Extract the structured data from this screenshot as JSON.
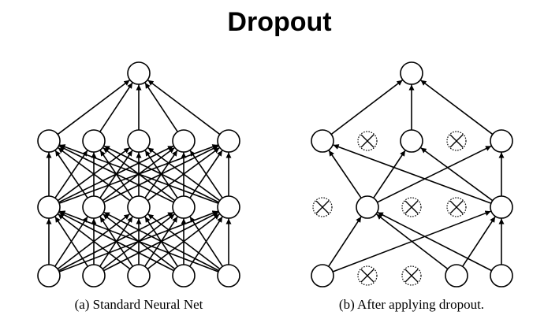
{
  "title": "Dropout",
  "panels": [
    {
      "caption": "(a) Standard Neural Net",
      "layers": [
        [
          true,
          true,
          true,
          true,
          true
        ],
        [
          true,
          true,
          true,
          true,
          true
        ],
        [
          true,
          true,
          true,
          true,
          true
        ],
        [
          true
        ]
      ],
      "edges": "full"
    },
    {
      "caption": "(b) After applying dropout.",
      "layers": [
        [
          true,
          false,
          false,
          true,
          true
        ],
        [
          false,
          true,
          false,
          false,
          true
        ],
        [
          true,
          false,
          true,
          false,
          true
        ],
        [
          true
        ]
      ],
      "edges": [
        [
          0,
          0,
          1,
          1
        ],
        [
          0,
          0,
          1,
          4
        ],
        [
          0,
          3,
          1,
          1
        ],
        [
          0,
          3,
          1,
          4
        ],
        [
          0,
          4,
          1,
          1
        ],
        [
          0,
          4,
          1,
          4
        ],
        [
          1,
          1,
          2,
          0
        ],
        [
          1,
          1,
          2,
          2
        ],
        [
          1,
          1,
          2,
          4
        ],
        [
          1,
          4,
          2,
          0
        ],
        [
          1,
          4,
          2,
          2
        ],
        [
          1,
          4,
          2,
          4
        ],
        [
          2,
          0,
          3,
          0
        ],
        [
          2,
          2,
          3,
          0
        ],
        [
          2,
          4,
          3,
          0
        ]
      ]
    }
  ]
}
